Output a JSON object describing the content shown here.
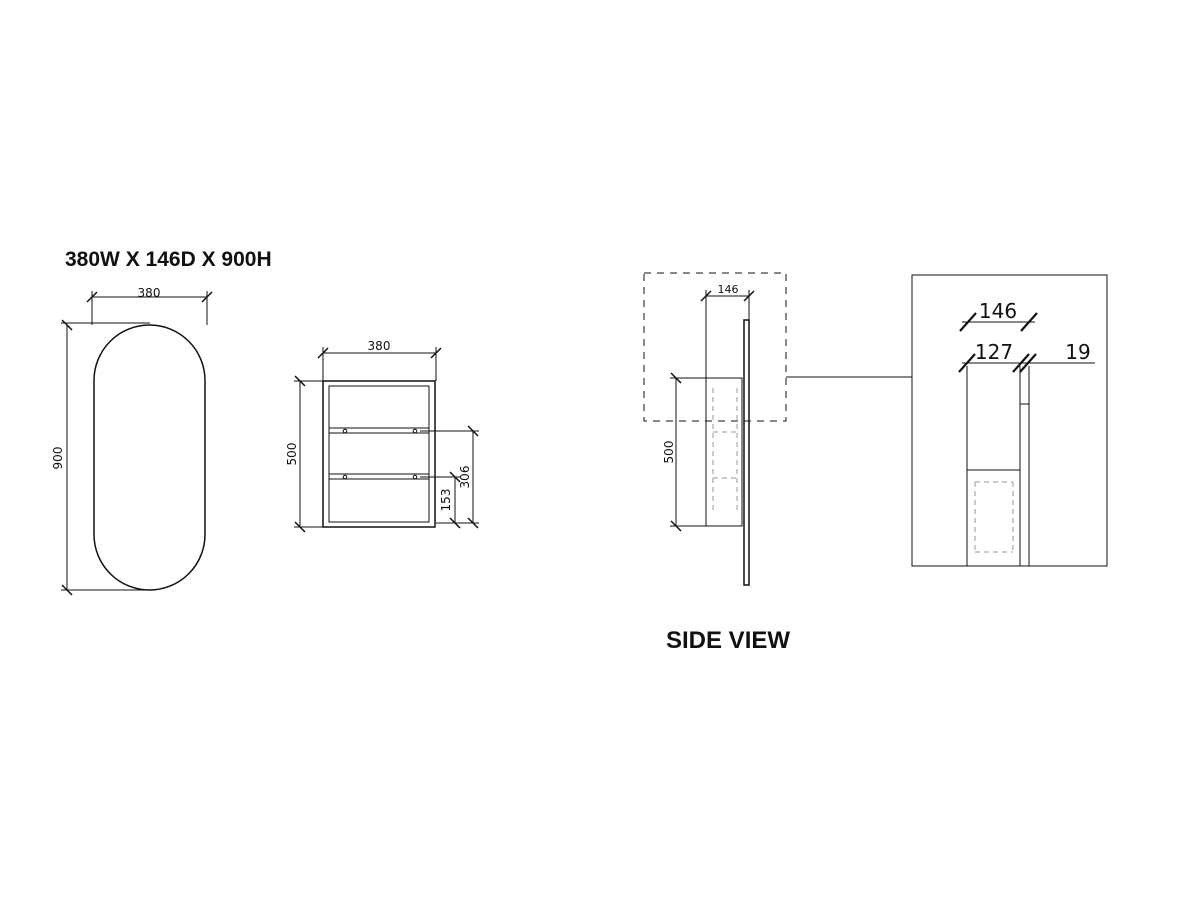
{
  "title": "380W X 146D X 900H",
  "side_view_label": "SIDE VIEW",
  "front_view": {
    "width_label": "380",
    "height_label": "900"
  },
  "interior_view": {
    "width_label": "380",
    "height_label": "500",
    "upper_shelf_label": "306",
    "lower_shelf_label": "153"
  },
  "side_view": {
    "depth_label": "146",
    "height_label": "500"
  },
  "detail_view": {
    "overall_depth_label": "146",
    "body_depth_label": "127",
    "door_thickness_label": "19"
  }
}
